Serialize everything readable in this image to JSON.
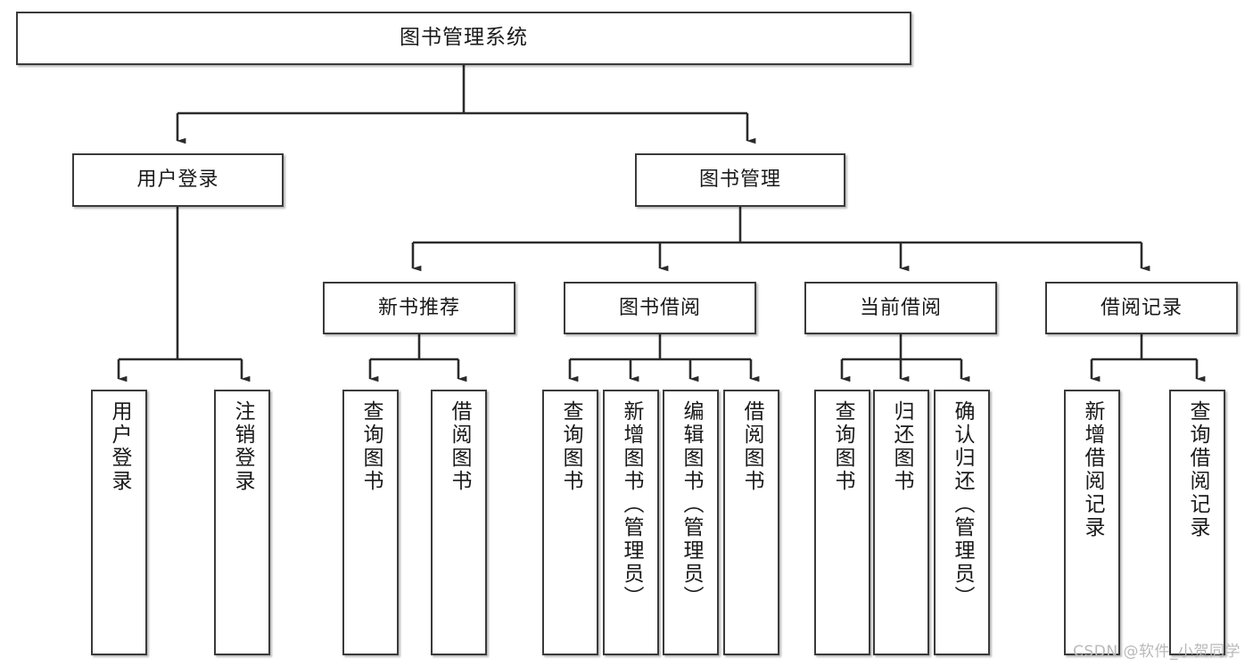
{
  "diagram": {
    "title": "图书管理系统",
    "type": "tree-hierarchy",
    "watermark": "CSDN @软件_小贺同学",
    "colors": {
      "box_border": "#3a3a3a",
      "box_fill": "#ffffff",
      "edge": "#2b2b2b",
      "text": "#1a1a1a",
      "watermark": "#b9b9b9",
      "background": "#ffffff"
    },
    "nodes": {
      "root": {
        "label": "图书管理系统"
      },
      "level2": [
        {
          "id": "user-login",
          "label": "用户登录"
        },
        {
          "id": "book-manage",
          "label": "图书管理"
        }
      ],
      "level3": [
        {
          "id": "new-book-rec",
          "label": "新书推荐"
        },
        {
          "id": "book-borrow",
          "label": "图书借阅"
        },
        {
          "id": "current-borrow",
          "label": "当前借阅"
        },
        {
          "id": "borrow-record",
          "label": "借阅记录"
        }
      ],
      "leaves_user_login": [
        {
          "id": "leaf-user-login",
          "label": "用户登录"
        },
        {
          "id": "leaf-logout",
          "label": "注销登录"
        }
      ],
      "leaves_new_book_rec": [
        {
          "id": "leaf-query-book-1",
          "label": "查询图书"
        },
        {
          "id": "leaf-borrow-book-1",
          "label": "借阅图书"
        }
      ],
      "leaves_book_borrow": [
        {
          "id": "leaf-query-book-2",
          "label": "查询图书"
        },
        {
          "id": "leaf-add-book",
          "label": "新增图书（管理员）"
        },
        {
          "id": "leaf-edit-book",
          "label": "编辑图书（管理员）"
        },
        {
          "id": "leaf-borrow-book-2",
          "label": "借阅图书"
        }
      ],
      "leaves_current_borrow": [
        {
          "id": "leaf-query-book-3",
          "label": "查询图书"
        },
        {
          "id": "leaf-return-book",
          "label": "归还图书"
        },
        {
          "id": "leaf-confirm-return",
          "label": "确认归还（管理员）"
        }
      ],
      "leaves_borrow_record": [
        {
          "id": "leaf-add-record",
          "label": "新增借阅记录"
        },
        {
          "id": "leaf-query-record",
          "label": "查询借阅记录"
        }
      ]
    }
  }
}
